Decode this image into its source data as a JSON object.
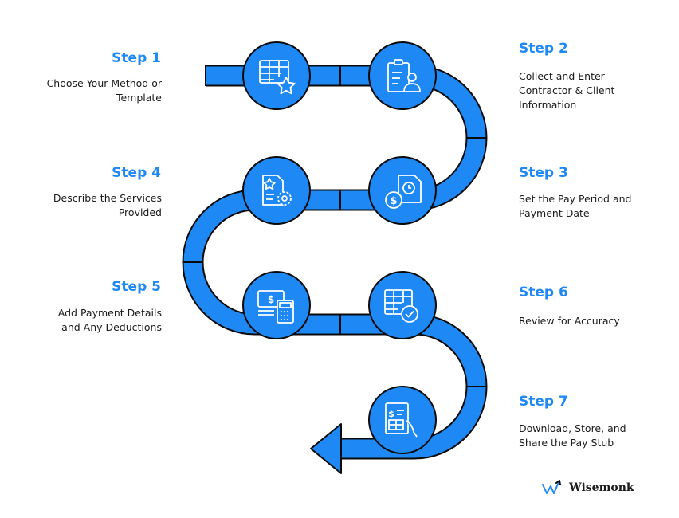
{
  "steps": [
    {
      "title": "Step 1",
      "lines": [
        "Choose Your Method or",
        "Template"
      ],
      "icon": "spreadsheet-star-icon"
    },
    {
      "title": "Step 2",
      "lines": [
        "Collect and Enter",
        "Contractor & Client",
        "Information"
      ],
      "icon": "clipboard-person-icon"
    },
    {
      "title": "Step 3",
      "lines": [
        "Set the Pay Period and",
        "Payment Date"
      ],
      "icon": "calendar-dollar-icon"
    },
    {
      "title": "Step 4",
      "lines": [
        "Describe the Services",
        "Provided"
      ],
      "icon": "document-gear-icon"
    },
    {
      "title": "Step 5",
      "lines": [
        "Add Payment Details",
        "and Any Deductions"
      ],
      "icon": "cash-calculator-icon"
    },
    {
      "title": "Step 6",
      "lines": [
        "Review for Accuracy"
      ],
      "icon": "table-check-icon"
    },
    {
      "title": "Step 7",
      "lines": [
        "Download, Store, and",
        "Share the Pay Stub"
      ],
      "icon": "paystub-hand-icon"
    }
  ],
  "brand": {
    "name": "Wisemonk",
    "icon": "wisemonk-logo-icon"
  },
  "colors": {
    "path": "#1E88F5",
    "outline": "#0A0A0A",
    "accent": "#1E88F5",
    "text": "#1A1A1A"
  }
}
